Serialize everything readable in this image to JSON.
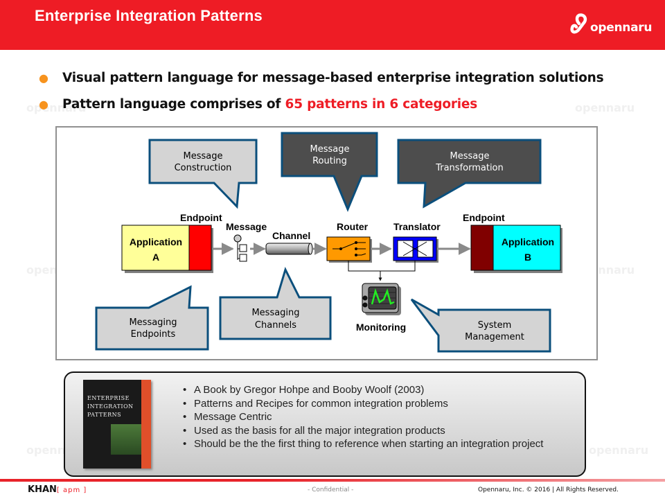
{
  "header": {
    "title": "Enterprise Integration Patterns",
    "logo_text": "opennaru",
    "background_color": "#ee1c25"
  },
  "watermark_text": "opennaru",
  "bullets": [
    {
      "text": "Visual pattern language for message-based enterprise integration solutions",
      "highlight": ""
    },
    {
      "text": "Pattern language comprises of ",
      "highlight": "65 patterns in 6 categories"
    }
  ],
  "diagram": {
    "callouts": {
      "message_construction": [
        "Message",
        "Construction"
      ],
      "message_routing": [
        "Message",
        "Routing"
      ],
      "message_transformation": [
        "Message",
        "Transformation"
      ],
      "messaging_endpoints": [
        "Messaging",
        "Endpoints"
      ],
      "messaging_channels": [
        "Messaging",
        "Channels"
      ],
      "system_management": [
        "System",
        "Management"
      ]
    },
    "labels": {
      "endpoint_left": "Endpoint",
      "endpoint_right": "Endpoint",
      "message": "Message",
      "channel": "Channel",
      "router": "Router",
      "translator": "Translator",
      "monitoring": "Monitoring",
      "app_a_line1": "Application",
      "app_a_line2": "A",
      "app_b_line1": "Application",
      "app_b_line2": "B"
    },
    "colors": {
      "app_a": "#ffff99",
      "endpoint_a": "#ff0000",
      "app_b": "#00ffff",
      "endpoint_b": "#800000",
      "router": "#ff9900",
      "translator": "#0000ff",
      "callout_light": "#d4d4d4",
      "callout_dark": "#4d4d4d",
      "callout_border": "#0b4f7c"
    }
  },
  "book": {
    "cover": {
      "title_lines": [
        "ENTERPRISE",
        "INTEGRATION",
        "PATTERNS"
      ]
    },
    "items": [
      "A Book by Gregor Hohpe and Booby Woolf (2003)",
      "Patterns and Recipes for common integration problems",
      "Message Centric",
      "Used as the basis for all the major integration products",
      "Should be the the first thing to reference when starting an integration project"
    ]
  },
  "footer": {
    "brand": "KHAN",
    "brand_suffix": "[ apm ]",
    "confidential": "- Confidential -",
    "copyright": "Opennaru, Inc. © 2016 | All Rights Reserved."
  }
}
